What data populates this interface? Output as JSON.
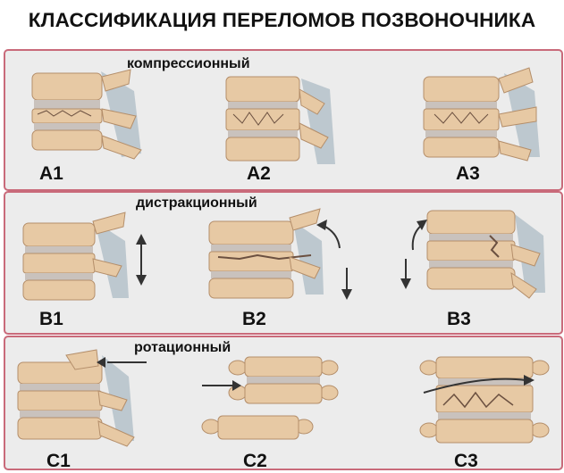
{
  "title": "КЛАССИФИКАЦИЯ ПЕРЕЛОМОВ ПОЗВОНОЧНИКА",
  "colors": {
    "border": "#c96a7a",
    "panel_bg": "#ececec",
    "bone": "#e7c9a4",
    "bone_shadow": "#b48e6a",
    "disc": "#c9c2bd",
    "ligament": "#9fb0bd",
    "arrow": "#333333"
  },
  "groups": [
    {
      "label": "компрессионный",
      "items": [
        {
          "code": "A1"
        },
        {
          "code": "A2"
        },
        {
          "code": "A3"
        }
      ]
    },
    {
      "label": "дистракционный",
      "items": [
        {
          "code": "B1"
        },
        {
          "code": "B2"
        },
        {
          "code": "B3"
        }
      ]
    },
    {
      "label": "ротационный",
      "items": [
        {
          "code": "C1"
        },
        {
          "code": "C2"
        },
        {
          "code": "C3"
        }
      ]
    }
  ]
}
